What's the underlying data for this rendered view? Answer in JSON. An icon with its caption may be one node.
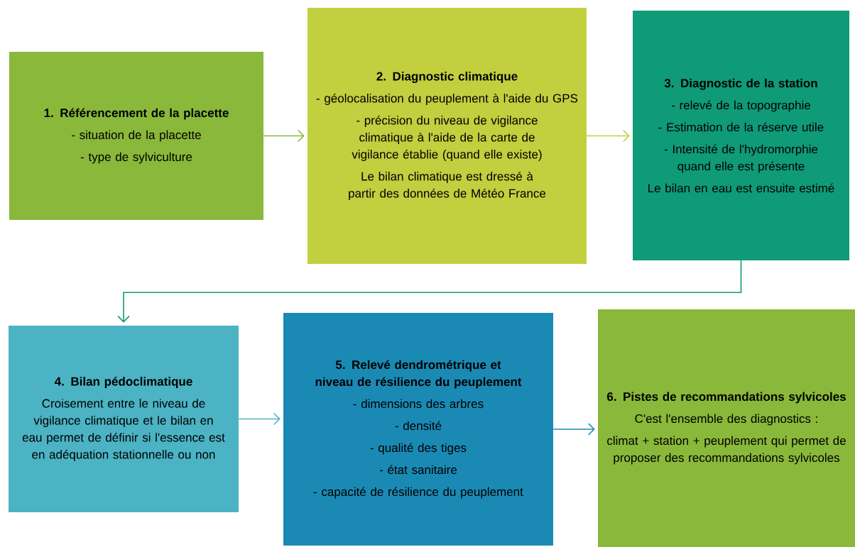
{
  "diagram": {
    "nodes": [
      {
        "text": [
          "1. Référencement de la placette",
          "- situation de la placette",
          "- type de sylviculture"
        ]
      },
      {
        "text": [
          "2. Diagnostic climatique",
          "- géolocalisation du peuplement à l'aide du GPS",
          "- précision du niveau de vigilance climatique à l'aide de la carte de vigilance établie (quand elle existe)",
          "Le bilan climatique est dressé à partir des données de Météo France"
        ]
      },
      {
        "text": [
          "3. Diagnostic de la station",
          "- relevé de la topographie",
          "- Estimation de la réserve utile",
          "- Intensité de l'hydromorphie quand elle est présente",
          "Le bilan en eau est ensuite estimé"
        ]
      },
      {
        "text": [
          "4. Bilan pédoclimatique",
          "Croisement entre le niveau de vigilance climatique et le bilan en eau permet de définir si l'essence est en adéquation stationnelle ou non"
        ]
      },
      {
        "text": [
          "5. Relevé dendrométrique et niveau de résilience du peuplement",
          "- dimensions des arbres",
          "- densité",
          "- qualité des tiges",
          "- état sanitaire",
          "- capacité de résilience du peuplement"
        ]
      },
      {
        "text": [
          "6. Pistes de recommandations sylvicoles",
          "C'est l'ensemble des diagnostics :",
          "climat + station + peuplement qui permet de proposer des recommandations sylvicoles"
        ]
      }
    ],
    "edges": [
      {
        "from": 0,
        "to": 1,
        "arrow": "to",
        "color": "#8ab83a"
      },
      {
        "from": 1,
        "to": 2,
        "arrow": "to",
        "color": "#c2cf3e"
      },
      {
        "from": 2,
        "to": 3,
        "arrow": "to",
        "color": "#0f9a78"
      },
      {
        "from": 3,
        "to": 4,
        "arrow": "to",
        "color": "#4bb3c4"
      },
      {
        "from": 4,
        "to": 5,
        "arrow": "to",
        "color": "#1a8ab5"
      }
    ]
  }
}
